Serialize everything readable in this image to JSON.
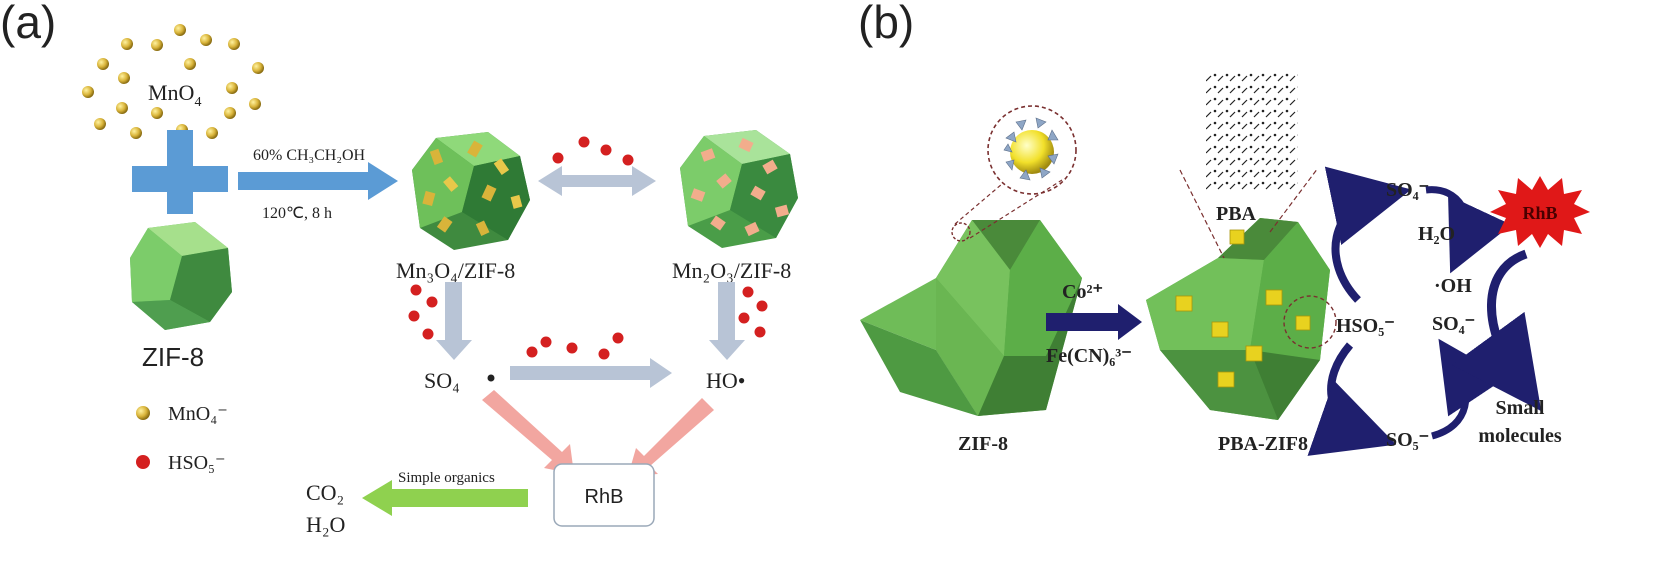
{
  "panel_a": {
    "label": "(a)",
    "mno4_cloud_label": "MnO",
    "mno4_cloud_sub": "4",
    "zif8_label": "ZIF-8",
    "arrow_top_label": "60% CH₃CH₂OH",
    "arrow_bottom_label": "120℃, 8 h",
    "mn3o4_label": "Mn₃O₄/ZIF-8",
    "mn2o3_label": "Mn₂O₃/ZIF-8",
    "so4_label": "SO₄",
    "ho_label": "HO•",
    "rhb_label": "RhB",
    "simple_organics_label": "Simple organics",
    "co2_label": "CO₂",
    "h2o_label": "H₂O",
    "legend_mno4": "MnO₄⁻",
    "legend_hso5": "HSO₅⁻",
    "colors": {
      "gold": "#d9b43a",
      "red": "#d42020",
      "blue_arrow": "#5b9bd5",
      "grey_arrow": "#b8c4d6",
      "pink_arrow": "#f2a6a0",
      "green_arrow": "#8fd14f",
      "zif_green": "#5fb85f"
    }
  },
  "panel_b": {
    "label": "(b)",
    "zif8_label": "ZIF-8",
    "pba_zif8_label": "PBA-ZIF8",
    "pba_label": "PBA",
    "co_label": "Co²⁺",
    "fecn_label": "Fe(CN)₆³⁻",
    "hso5_label": "HSO₅⁻",
    "so4_top_label": "SO₄⁻",
    "so5_label": "SO₅⁻",
    "h2o_label": "H₂O",
    "oh_label": "·OH",
    "so4_mid_label": "SO₄⁻",
    "rhb_label": "RhB",
    "small_label": "Small",
    "molecules_label": "molecules",
    "colors": {
      "navy": "#1f1f6e",
      "green": "#6ab04c",
      "dark_green": "#3d6b30",
      "yellow": "#e8d21f",
      "star_red": "#e01818"
    }
  }
}
